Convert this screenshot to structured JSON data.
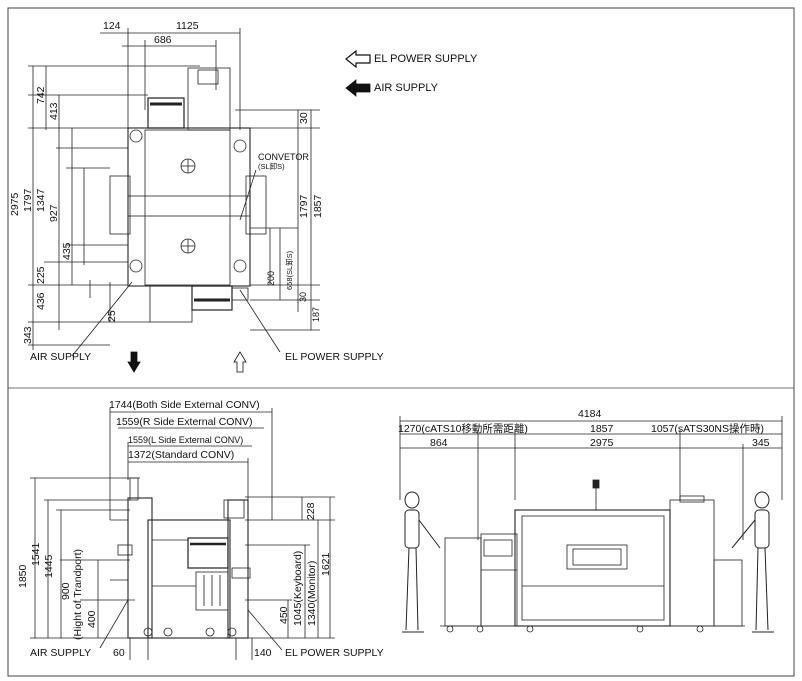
{
  "legend": {
    "el_power": "EL POWER SUPPLY",
    "air_supply": "AIR SUPPLY"
  },
  "top_view": {
    "dim_124": "124",
    "dim_1125": "1125",
    "dim_686": "686",
    "dim_742": "742",
    "dim_413": "413",
    "dim_2975": "2975",
    "dim_1797_left": "1797",
    "dim_1347": "1347",
    "dim_927": "927",
    "dim_435": "435",
    "dim_225": "225",
    "dim_436": "436",
    "dim_343": "343",
    "dim_25": "25",
    "dim_30_top": "30",
    "dim_1797_right": "1797",
    "dim_1857": "1857",
    "dim_200": "200",
    "dim_658": "658(SL卸S)",
    "dim_30_bot": "30",
    "dim_187": "187",
    "conveyor": "CONVETOR",
    "conveyor_sub": "(SL卸S)",
    "air_supply": "AIR SUPPLY",
    "el_power": "EL POWER SUPPLY"
  },
  "front_view": {
    "w1744": "1744(Both Side External CONV)",
    "w1559r": "1559(R Side External CONV)",
    "w1559l": "1559(L Side External CONV)",
    "w1372": "1372(Standard CONV)",
    "h1850": "1850",
    "h1541": "1541",
    "h1445": "1445",
    "h900": "900",
    "h900_sub": "(Hight of Trandport)",
    "h400": "400",
    "h228": "228",
    "h1621": "1621",
    "h1340": "1340(Monitor)",
    "h1045": "1045(Keyboard)",
    "h450": "450",
    "d60": "60",
    "d140": "140",
    "air_supply": "AIR SUPPLY",
    "el_power": "EL POWER SUPPLY"
  },
  "side_view": {
    "total": "4184",
    "left_top": "1270(cATS10移動所需距離)",
    "mid_top": "1857",
    "right_top": "1057(sATS30NS操作時)",
    "left_bot": "864",
    "mid_bot": "2975",
    "right_bot": "345"
  }
}
